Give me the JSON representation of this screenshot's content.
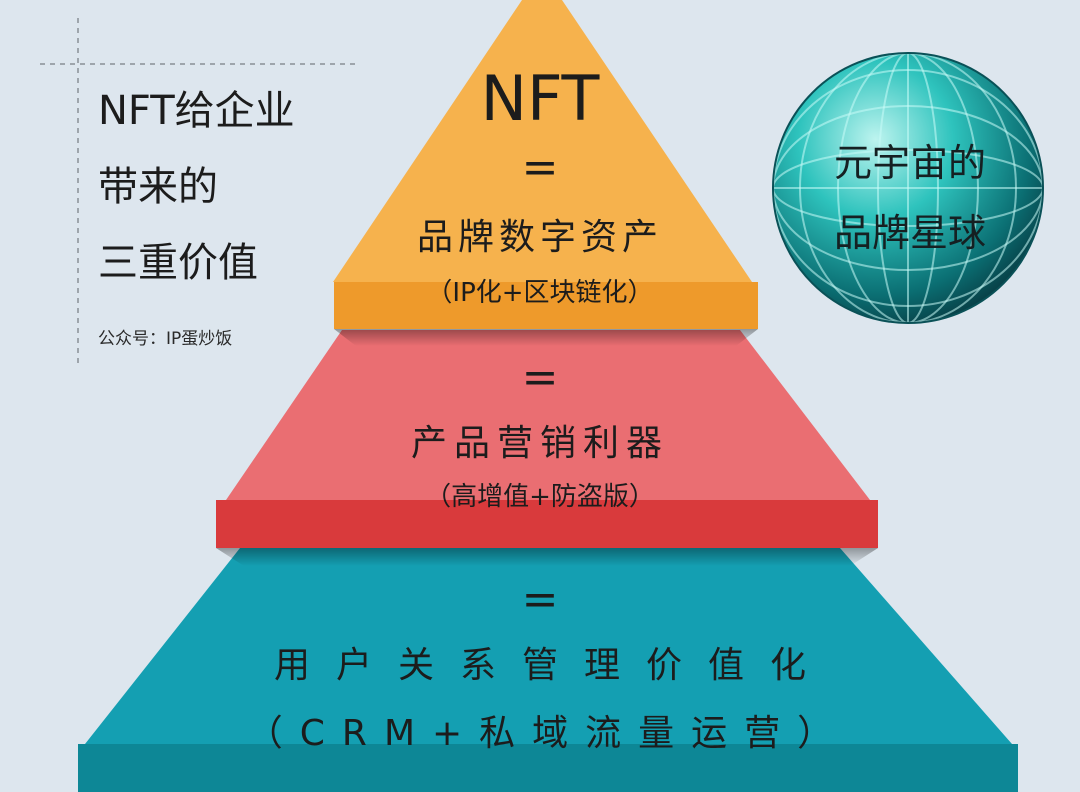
{
  "side_title": {
    "line1": "NFT给企业",
    "line2": "带来的",
    "line3": "三重价值"
  },
  "credit": "公众号：IP蛋炒饭",
  "globe": {
    "line1": "元宇宙的",
    "line2": "品牌星球"
  },
  "pyramid": {
    "top": {
      "label": "NFT",
      "equals": "=",
      "value": "品牌数字资产",
      "detail": "（IP化+区块链化）"
    },
    "middle": {
      "equals": "=",
      "value": "产品营销利器",
      "detail": "（高增值+防盗版）"
    },
    "bottom": {
      "equals": "=",
      "value": "用户关系管理价值化",
      "detail": "（CRM+私域流量运营）"
    }
  },
  "colors": {
    "background": "#dde6ee",
    "tier_top": "#f6b24d",
    "tier_top_band": "#ee9a2b",
    "tier_middle": "#ea6e72",
    "tier_middle_band": "#d93a3c",
    "tier_bottom": "#149fb2",
    "tier_bottom_band": "#0d8796",
    "globe": "#1fb5b0"
  }
}
